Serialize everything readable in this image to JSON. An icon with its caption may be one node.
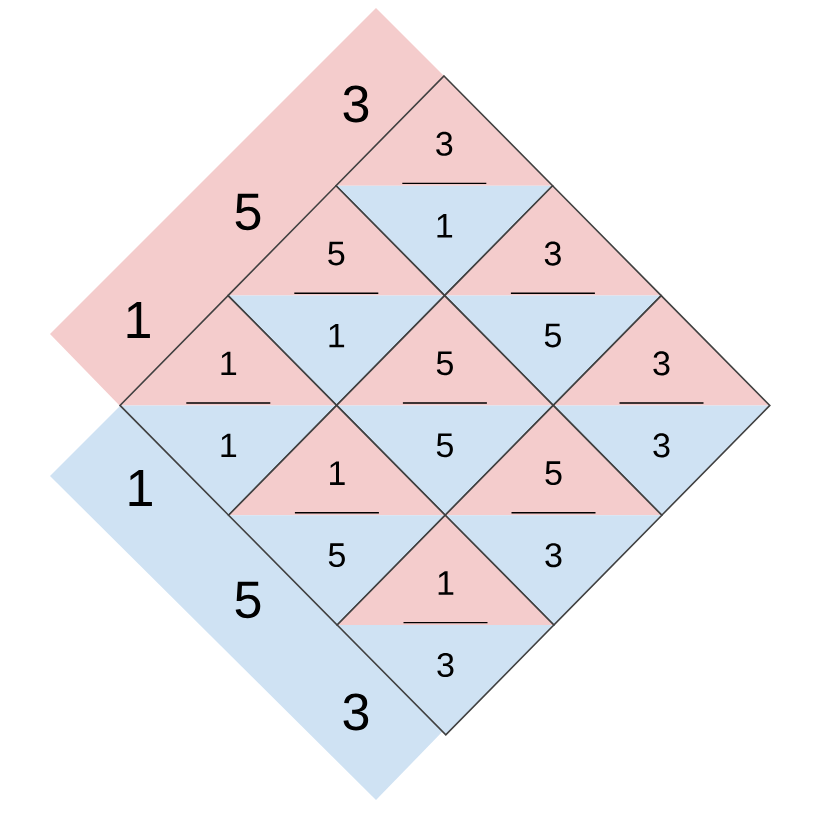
{
  "diagram": {
    "nodes": [
      {
        "text": [
          "1",
          "5",
          "3"
        ]
      },
      {
        "text": [
          "1",
          "5",
          "3"
        ]
      },
      {
        "text": [
          "3",
          "1"
        ]
      },
      {
        "text": [
          "5",
          "1"
        ]
      },
      {
        "text": [
          "3",
          "5"
        ]
      },
      {
        "text": [
          "1",
          "1"
        ]
      },
      {
        "text": [
          "5",
          "5"
        ]
      },
      {
        "text": [
          "3",
          "3"
        ]
      },
      {
        "text": [
          "1",
          "5"
        ]
      },
      {
        "text": [
          "5",
          "3"
        ]
      },
      {
        "text": [
          "1",
          "3"
        ]
      }
    ]
  }
}
